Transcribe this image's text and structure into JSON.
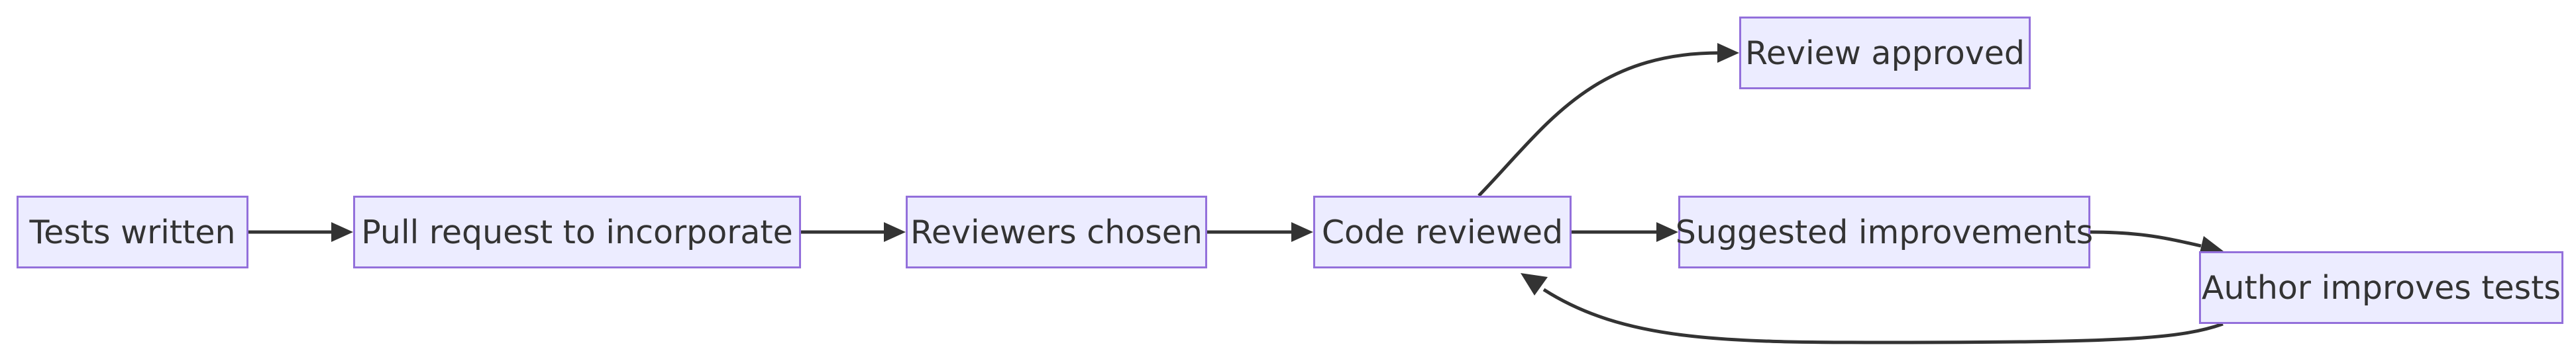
{
  "nodes": {
    "tests_written": "Tests written",
    "pull_request": "Pull request to incorporate",
    "reviewers_chosen": "Reviewers chosen",
    "code_reviewed": "Code reviewed",
    "suggested_improvements": "Suggested improvements",
    "review_approved": "Review approved",
    "author_improves": "Author improves tests"
  },
  "edges": [
    {
      "from": "Tests written",
      "to": "Pull request to incorporate"
    },
    {
      "from": "Pull request to incorporate",
      "to": "Reviewers chosen"
    },
    {
      "from": "Reviewers chosen",
      "to": "Code reviewed"
    },
    {
      "from": "Code reviewed",
      "to": "Review approved"
    },
    {
      "from": "Code reviewed",
      "to": "Suggested improvements"
    },
    {
      "from": "Suggested improvements",
      "to": "Author improves tests"
    },
    {
      "from": "Author improves tests",
      "to": "Code reviewed"
    }
  ],
  "colors": {
    "node_fill": "#ECECFF",
    "node_border": "#9370DB",
    "edge": "#333333",
    "text": "#333333"
  }
}
